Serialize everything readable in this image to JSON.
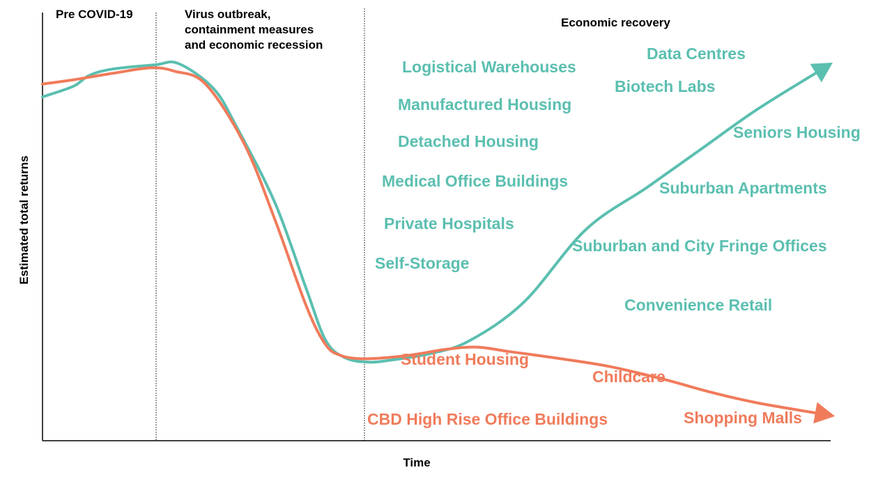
{
  "chart_data": {
    "type": "line",
    "title": "",
    "xlabel": "Time",
    "ylabel": "Estimated total returns",
    "grid": false,
    "colors": {
      "teal": "#5bbfb0",
      "coral": "#f07b5b"
    },
    "phases": [
      {
        "label_lines": [
          "Pre COVID-19"
        ]
      },
      {
        "label_lines": [
          "Virus outbreak,",
          "containment measures",
          "and economic recession"
        ]
      },
      {
        "label_lines": [
          "Economic recovery"
        ]
      }
    ],
    "series": [
      {
        "color": "#5bbfb0",
        "arrow": true,
        "x": [
          0,
          4,
          6,
          9,
          14.5,
          17.5,
          22,
          25,
          30,
          34,
          36.5,
          39,
          42,
          45,
          50,
          55,
          62,
          70,
          78,
          85,
          92,
          100
        ],
        "y": [
          85,
          87.5,
          90,
          91.5,
          92.5,
          92.8,
          87,
          78,
          60,
          40,
          28,
          24,
          23,
          23.5,
          25,
          28,
          37,
          54,
          64,
          73,
          82,
          91
        ]
      },
      {
        "color": "#f07b5b",
        "arrow": true,
        "x": [
          0,
          4,
          9,
          14,
          17,
          21,
          26,
          30,
          34,
          36.5,
          38.5,
          41,
          44,
          48,
          52,
          56,
          60,
          66,
          73,
          80,
          86,
          92,
          100
        ],
        "y": [
          88,
          89,
          90.5,
          91.8,
          91,
          88,
          74,
          56,
          36,
          27,
          24.5,
          23.8,
          24,
          24.8,
          26,
          26.5,
          25.5,
          24,
          22,
          19,
          16,
          13.5,
          11
        ]
      }
    ],
    "annotations": {
      "teal": [
        "Logistical Warehouses",
        "Data Centres",
        "Biotech Labs",
        "Manufactured Housing",
        "Detached Housing",
        "Seniors Housing",
        "Medical Office Buildings",
        "Suburban Apartments",
        "Private Hospitals",
        "Suburban and City Fringe Offices",
        "Self-Storage",
        "Convenience Retail"
      ],
      "coral": [
        "Student Housing",
        "Childcare",
        "CBD High Rise Office Buildings",
        "Shopping Malls"
      ]
    }
  }
}
